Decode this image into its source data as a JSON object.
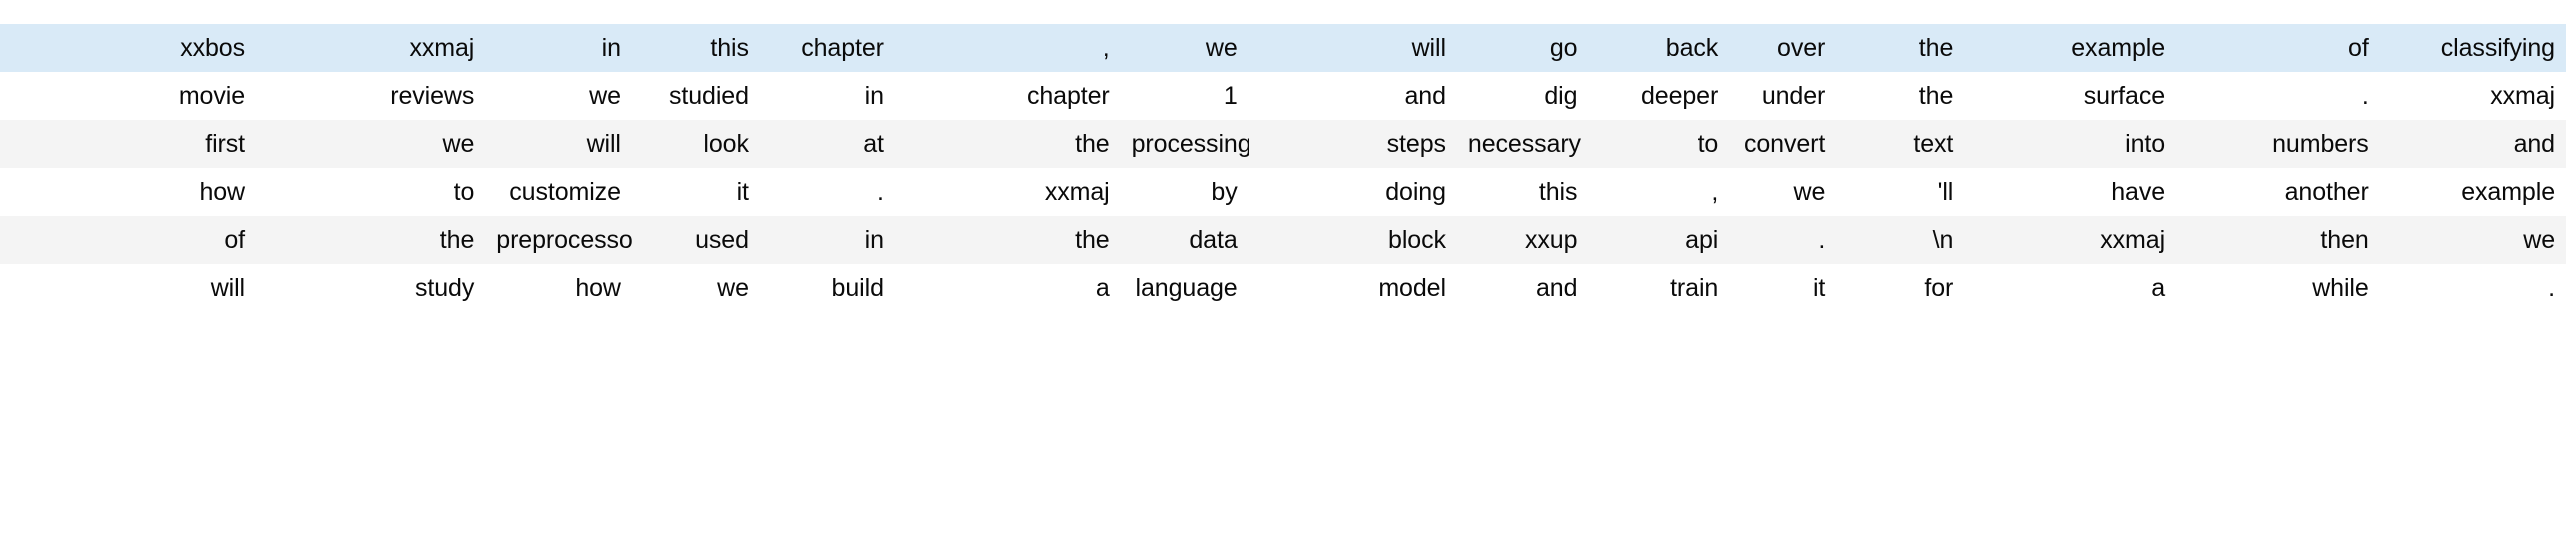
{
  "table": {
    "kind": "token-grid",
    "column_count": 16,
    "row_count": 6,
    "colors": {
      "page_background": "#ffffff",
      "highlight_row_background": "#d9eaf7",
      "striped_row_background": "#f4f4f4",
      "plain_row_background": "#ffffff",
      "text": "#0a0a0a"
    },
    "text_align": "right",
    "rows": [
      {
        "style": "highlight",
        "cells": [
          "xxbos",
          "xxmaj",
          "in",
          "this",
          "chapter",
          ",",
          "we",
          "will",
          "go",
          "back",
          "over",
          "the",
          "example",
          "of",
          "classifying"
        ]
      },
      {
        "style": "plain",
        "cells": [
          "movie",
          "reviews",
          "we",
          "studied",
          "in",
          "chapter",
          "1",
          "and",
          "dig",
          "deeper",
          "under",
          "the",
          "surface",
          ".",
          "xxmaj"
        ]
      },
      {
        "style": "striped",
        "cells": [
          "first",
          "we",
          "will",
          "look",
          "at",
          "the",
          "processing",
          "steps",
          "necessary",
          "to",
          "convert",
          "text",
          "into",
          "numbers",
          "and"
        ]
      },
      {
        "style": "plain",
        "cells": [
          "how",
          "to",
          "customize",
          "it",
          ".",
          "xxmaj",
          "by",
          "doing",
          "this",
          ",",
          "we",
          "'ll",
          "have",
          "another",
          "example"
        ]
      },
      {
        "style": "striped",
        "cells": [
          "of",
          "the",
          "preprocessor",
          "used",
          "in",
          "the",
          "data",
          "block",
          "xxup",
          "api",
          ".",
          "\\n",
          "xxmaj",
          "then",
          "we"
        ]
      },
      {
        "style": "plain",
        "cells": [
          "will",
          "study",
          "how",
          "we",
          "build",
          "a",
          "language",
          "model",
          "and",
          "train",
          "it",
          "for",
          "a",
          "while",
          "."
        ]
      }
    ]
  }
}
